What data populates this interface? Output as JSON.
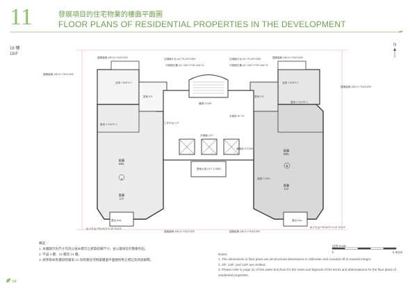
{
  "header": {
    "number": "11",
    "title_zh": "發展項目的住宅物業的樓面平面圖",
    "title_en": "FLOOR PLANS OF RESIDENTIAL PROPERTIES IN THE DEVELOPMENT"
  },
  "floor": {
    "zh": "16 樓",
    "en": "16/F"
  },
  "north": "N",
  "rooms": {
    "flat_a": "A",
    "flat_b": "B",
    "living_a": "客廳",
    "living_a_en": "L/V",
    "dining_a": "飯廳",
    "dining_a_en": "DIN.",
    "living_b": "客廳",
    "living_b_en": "L/V",
    "dining_b": "飯廳",
    "dining_b_en": "DIN.",
    "suite_a": "套房 2 SUITE 2",
    "suite_b": "套房 1 SUITE 1",
    "kitchen_a": "廚房 KIT.",
    "kitchen_b": "廚房 KIT.",
    "bath_a": "浴室 1 BATH 1",
    "bath_b": "浴室 1 BATH 1",
    "lift": "升降機 LIFT",
    "lobby": "電梯大堂 LIFT LOBBY",
    "stair": "樓梯 STAIR",
    "wtr": "水錶房 W.T.R.",
    "ar_feature": "建築裝飾 ARCH. FEATURE",
    "ac_platform": "空調機平台 A/C PLATFORM",
    "ac_unit_a": "冷氣機位置 A/C UNIT FOR UNIT A",
    "ac_unit_b": "冷氣機位置 A/C UNIT FOR UNIT B",
    "flat_roof_a": "私人平台 PRIVATE FLAT ROOF",
    "flat_roof_b": "私人平台 PRIVATE FLAT ROOF",
    "bal_a": "露台 BAL.",
    "bal_b": "露台 BAL.",
    "utility": "工作平台 U.P.",
    "cons": "客廳 CONS.",
    "store": "儲物房 STORE"
  },
  "scale": {
    "label": "比例 Scale",
    "zero": "0",
    "end": "5 米(M)"
  },
  "notes_zh": {
    "heading": "備註 :",
    "items": [
      "1. 本圖顯示的尺寸均為以毫米標示之建築結構尺寸，並以最接近的整數列出。",
      "2. 不設 4 樓、13 樓及 14 樓。",
      "3. 請參閱本售樓說明書第 21 頁有關住宅物業樓面平面圖所用之標記及詞語解釋。"
    ]
  },
  "notes_en": {
    "heading": "Notes:",
    "items": [
      "1.  The dimensions in floor plans are all structural dimensions in millimeter and rounded off to nearest integer.",
      "2.  4/F, 13/F, and 14/F are omitted.",
      "3.  Please refer to page 21 of this sales brochure for the notes and legends of the terms and abbreviations for the floor plans of residential properties."
    ]
  },
  "page_number": "54",
  "colors": {
    "accent": "#6e9f4c",
    "flat_a_fill": "#ececec",
    "flat_b_fill": "#d9d9d9",
    "line": "#3a3a3a"
  }
}
